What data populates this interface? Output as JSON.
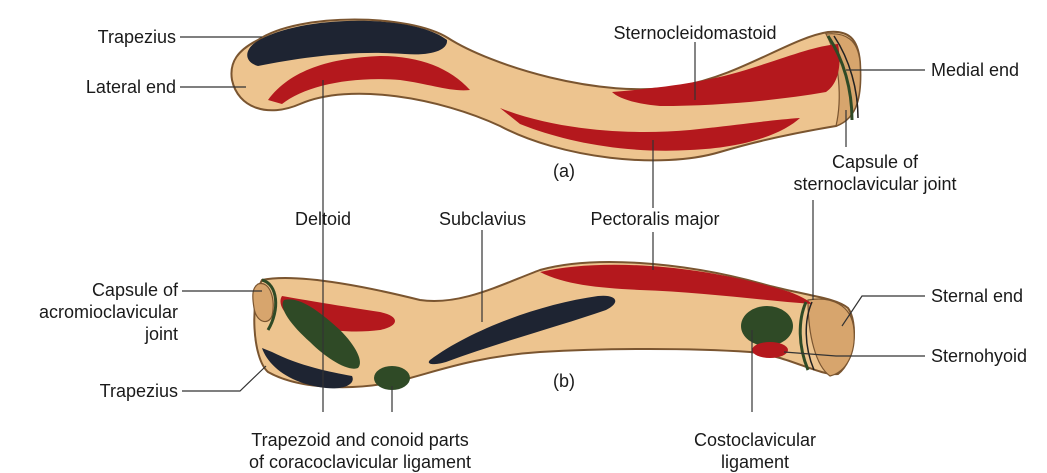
{
  "colors": {
    "bone": "#edc48f",
    "bone_edge": "#7a5530",
    "bone_shade": "#d7a56d",
    "muscle_red": "#b4181d",
    "trapezius_dark": "#1e2432",
    "ligament_green": "#2f4a26",
    "line": "#333333"
  },
  "panel_a": {
    "tag": "(a)",
    "labels": {
      "trapezius": "Trapezius",
      "lateral_end": "Lateral end",
      "sternocleidomastoid": "Sternocleidomastoid",
      "medial_end": "Medial end",
      "capsule_sc_line1": "Capsule of",
      "capsule_sc_line2": "sternoclavicular joint"
    }
  },
  "shared": {
    "deltoid": "Deltoid",
    "pectoralis_major": "Pectoralis major"
  },
  "panel_b": {
    "tag": "(b)",
    "labels": {
      "subclavius": "Subclavius",
      "capsule_ac_line1": "Capsule of",
      "capsule_ac_line2": "acromioclavicular",
      "capsule_ac_line3": "joint",
      "trapezius": "Trapezius",
      "sternal_end": "Sternal end",
      "sternohyoid": "Sternohyoid",
      "trapezoid_line1": "Trapezoid and conoid parts",
      "trapezoid_line2": "of coracoclavicular ligament",
      "costoclavicular_line1": "Costoclavicular",
      "costoclavicular_line2": "ligament"
    }
  }
}
